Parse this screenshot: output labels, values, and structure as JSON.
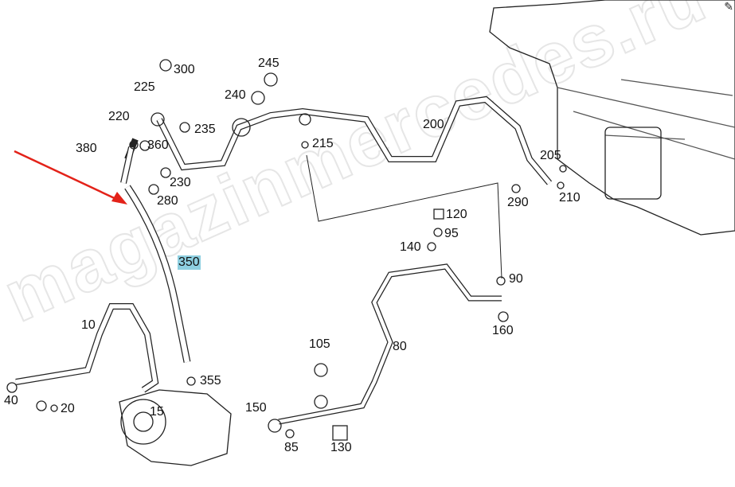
{
  "diagram": {
    "watermark": "magazinmercedes.ru",
    "highlight_color": "#8ecfe0",
    "arrow_color": "#e32219",
    "highlighted_part": "350",
    "labels": [
      "300",
      "225",
      "245",
      "240",
      "220",
      "235",
      "380",
      "360",
      "215",
      "200",
      "230",
      "280",
      "205",
      "290",
      "210",
      "120",
      "95",
      "140",
      "350",
      "90",
      "160",
      "10",
      "105",
      "80",
      "355",
      "40",
      "20",
      "15",
      "150",
      "85",
      "130"
    ]
  },
  "toolbar": {
    "edit_icon": "edit-icon"
  }
}
